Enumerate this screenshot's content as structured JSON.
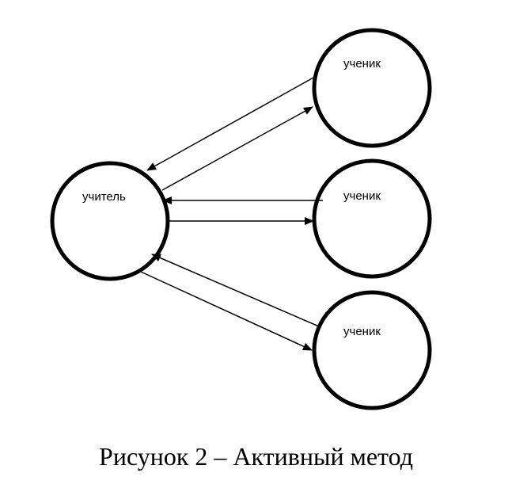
{
  "nodes": {
    "teacher": "учитель",
    "student1": "ученик",
    "student2": "ученик",
    "student3": "ученик"
  },
  "caption": "Рисунок 2 – Активный метод"
}
